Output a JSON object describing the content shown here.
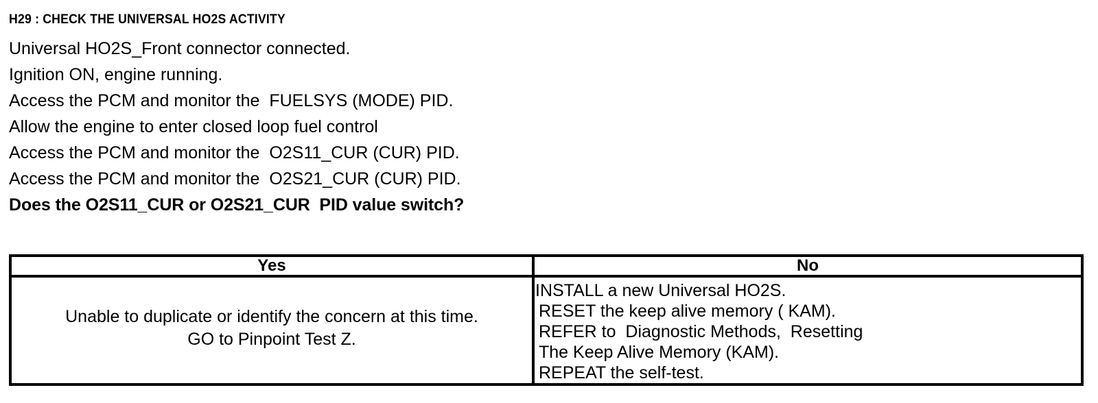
{
  "document": {
    "step_id": "H29",
    "heading": "H29 : CHECK THE UNIVERSAL HO2S ACTIVITY",
    "steps": [
      {
        "text": "Universal HO2S_Front connector connected.",
        "bold": false
      },
      {
        "text": "Ignition ON, engine running.",
        "bold": false
      },
      {
        "text": "Access the PCM and monitor the  FUELSYS (MODE) PID.",
        "bold": false
      },
      {
        "text": "Allow the engine to enter closed loop fuel control",
        "bold": false
      },
      {
        "text": "Access the PCM and monitor the  O2S11_CUR (CUR) PID.",
        "bold": false
      },
      {
        "text": "Access the PCM and monitor the  O2S21_CUR (CUR) PID.",
        "bold": false
      },
      {
        "text": "Does the O2S11_CUR or O2S21_CUR  PID value switch?",
        "bold": true
      }
    ]
  },
  "decision_table": {
    "headers": {
      "yes": "Yes",
      "no": "No"
    },
    "yes_cell": {
      "lines": [
        "Unable to duplicate or identify the concern at this time.",
        "GO to Pinpoint Test Z."
      ]
    },
    "no_cell": {
      "lines": [
        "INSTALL a new Universal HO2S.",
        "RESET the keep alive memory ( KAM).",
        "REFER to  Diagnostic Methods,  Resetting",
        "The Keep Alive Memory (KAM).",
        "REPEAT the self-test."
      ]
    }
  },
  "colors": {
    "text": "#000000",
    "background": "#ffffff",
    "border": "#000000"
  }
}
